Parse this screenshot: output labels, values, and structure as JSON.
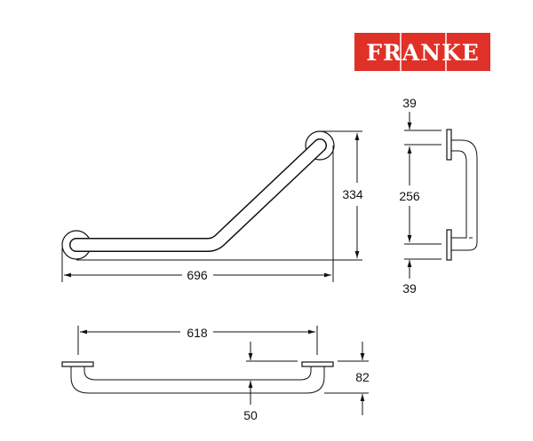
{
  "logo": {
    "text": "FRANKE",
    "color": "#e03128"
  },
  "front_view": {
    "width_label": "696",
    "height_label": "334"
  },
  "side_view": {
    "top_offset_label": "39",
    "spacing_label": "256",
    "bottom_offset_label": "39"
  },
  "top_view": {
    "width_label": "618",
    "tube_label": "50",
    "depth_label": "82"
  }
}
